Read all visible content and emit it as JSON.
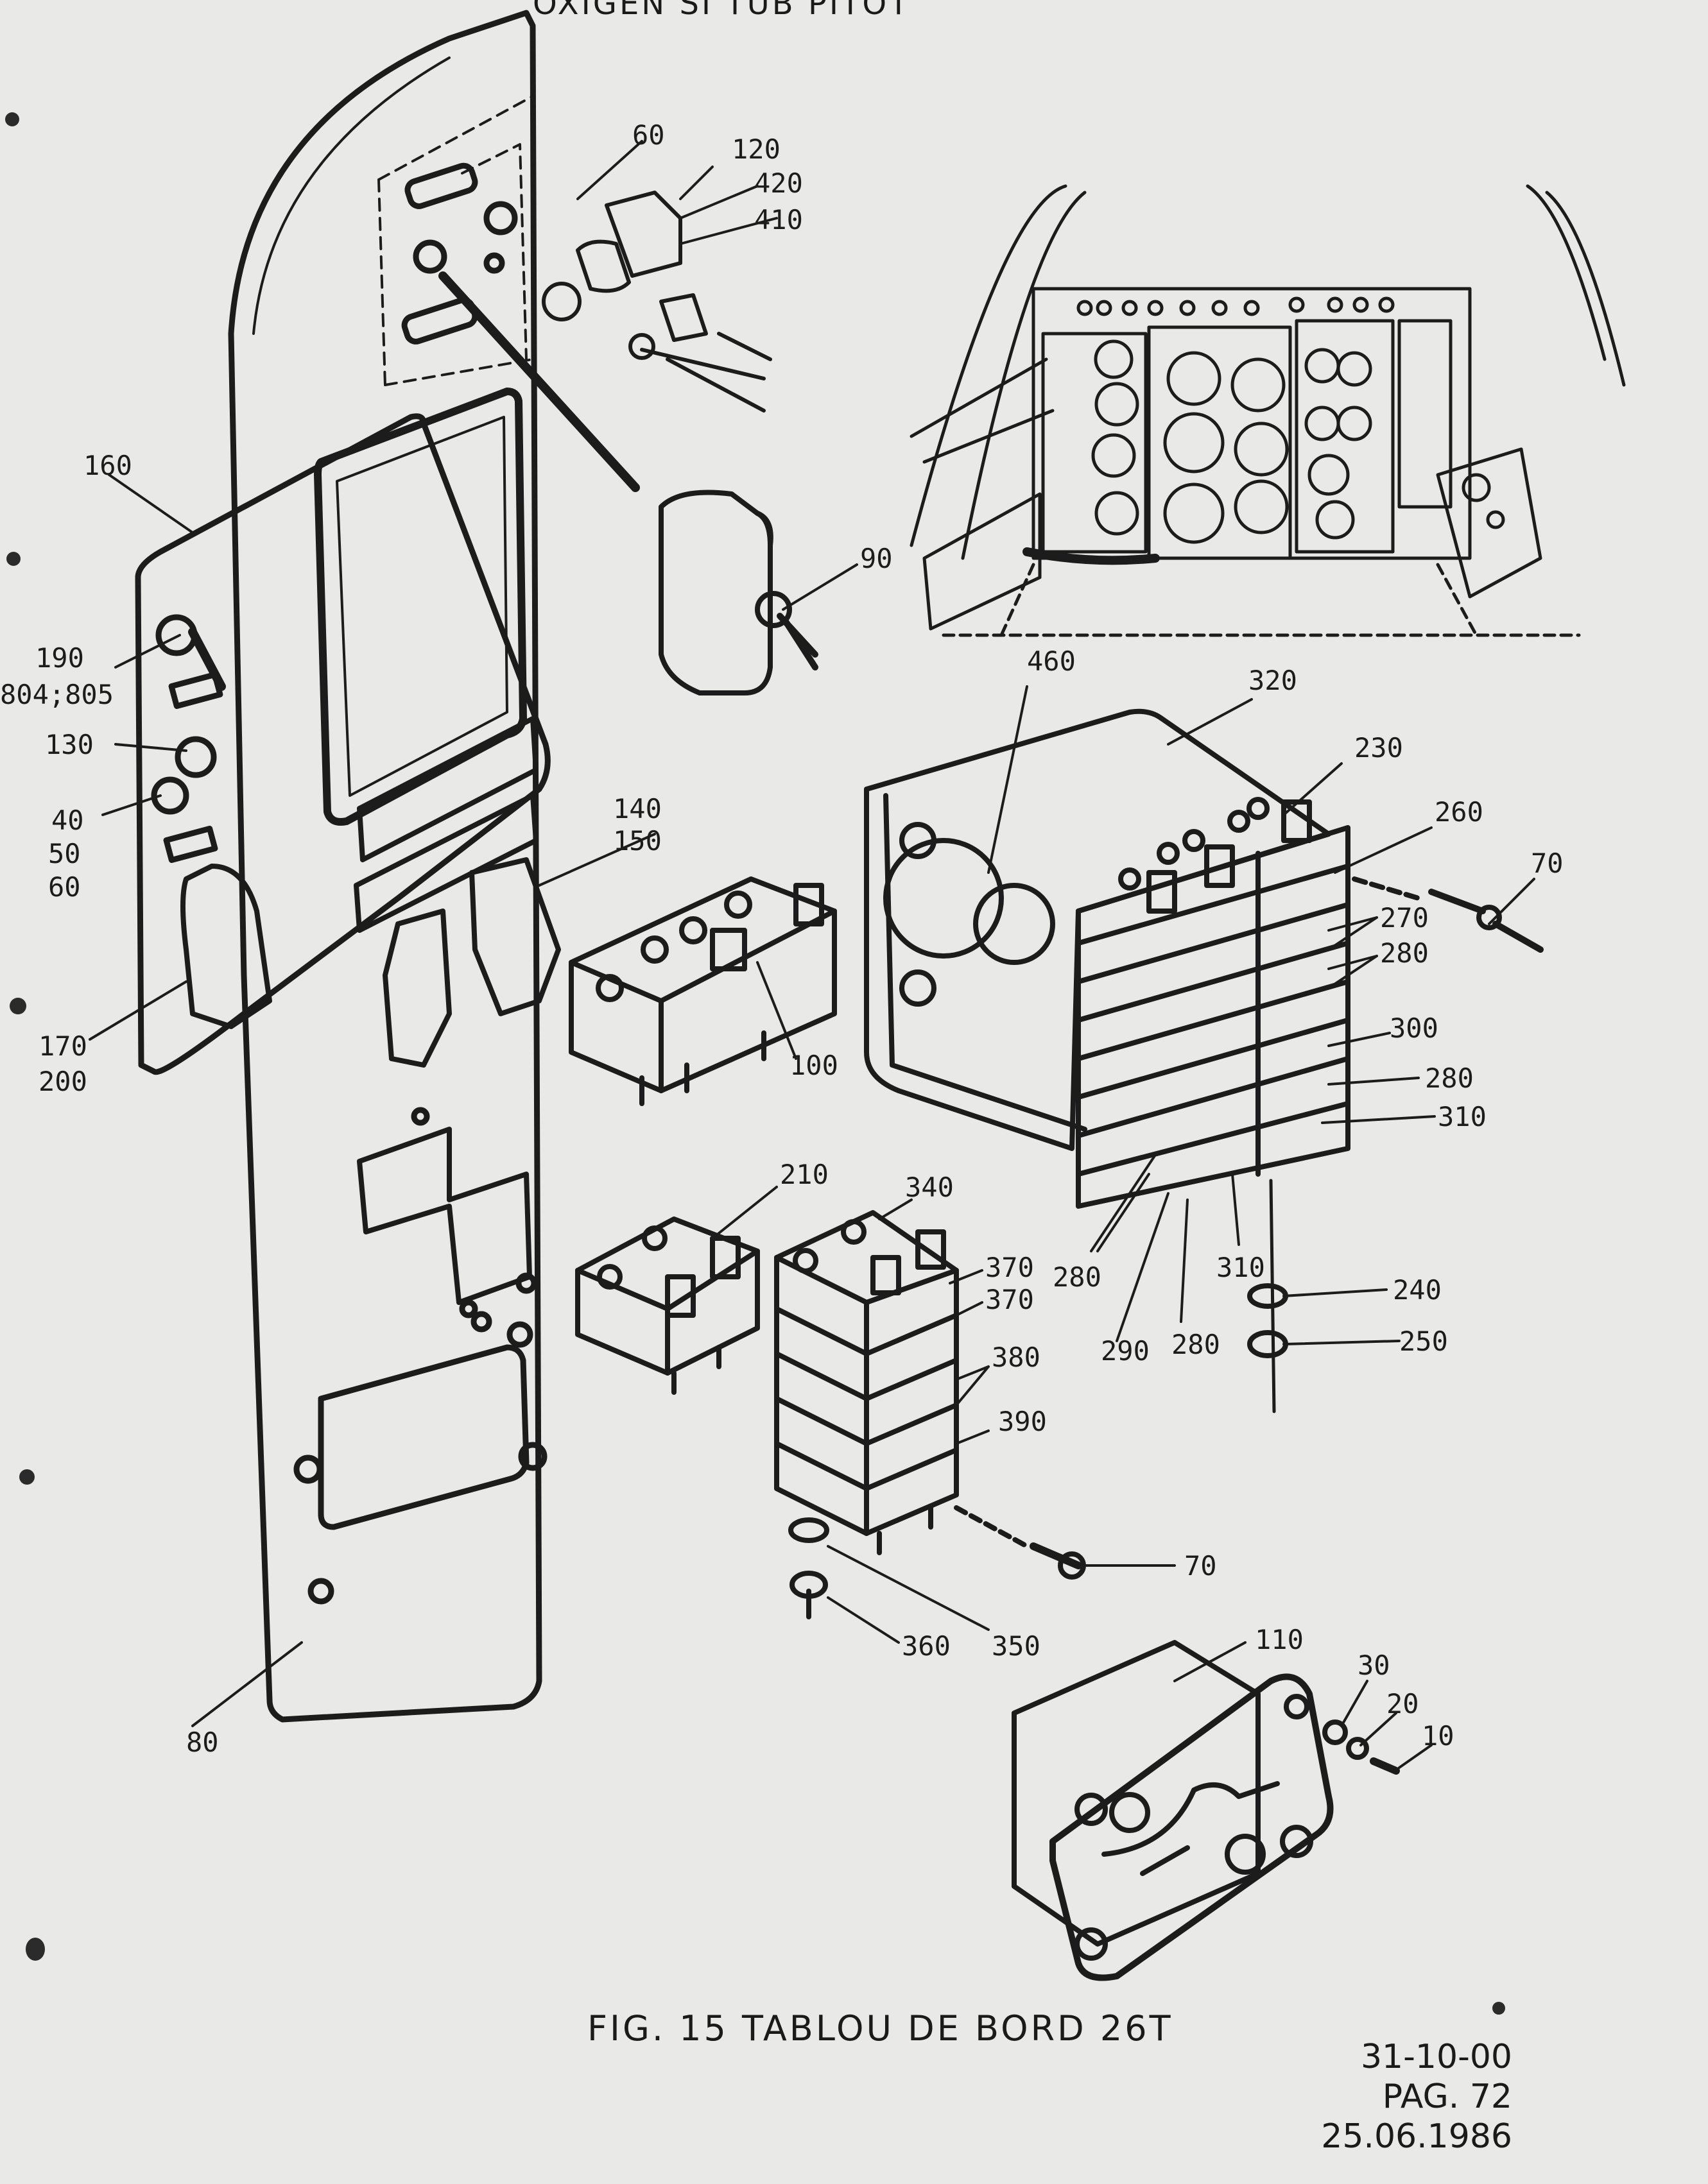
{
  "header": {
    "title_fragment": "OXIGEN SI TUB PITOT"
  },
  "figure": {
    "caption": "FIG. 15 TABLOU DE BORD 26T"
  },
  "document": {
    "section": "31-10-00",
    "page": "PAG. 72",
    "date": "25.06.1986"
  },
  "callouts": {
    "c60_top": "60",
    "c120": "120",
    "c420": "420",
    "c410": "410",
    "c160": "160",
    "c90": "90",
    "c190": "190",
    "c804_805": "804;805",
    "c130": "130",
    "c40": "40",
    "c50": "50",
    "c60_left": "60",
    "c170": "170",
    "c200": "200",
    "c140": "140",
    "c150": "150",
    "c100": "100",
    "c460": "460",
    "c320": "320",
    "c230": "230",
    "c260": "260",
    "c70_right": "70",
    "c270": "270",
    "c280_a": "280",
    "c300": "300",
    "c280_b": "280",
    "c310_a": "310",
    "c280_c": "280",
    "c310_b": "310",
    "c290": "290",
    "c280_d": "280",
    "c240": "240",
    "c250": "250",
    "c210": "210",
    "c340": "340",
    "c370_a": "370",
    "c370_b": "370",
    "c380": "380",
    "c390": "390",
    "c70_mid": "70",
    "c360": "360",
    "c350": "350",
    "c110": "110",
    "c30": "30",
    "c20": "20",
    "c10": "10",
    "c80": "80"
  }
}
